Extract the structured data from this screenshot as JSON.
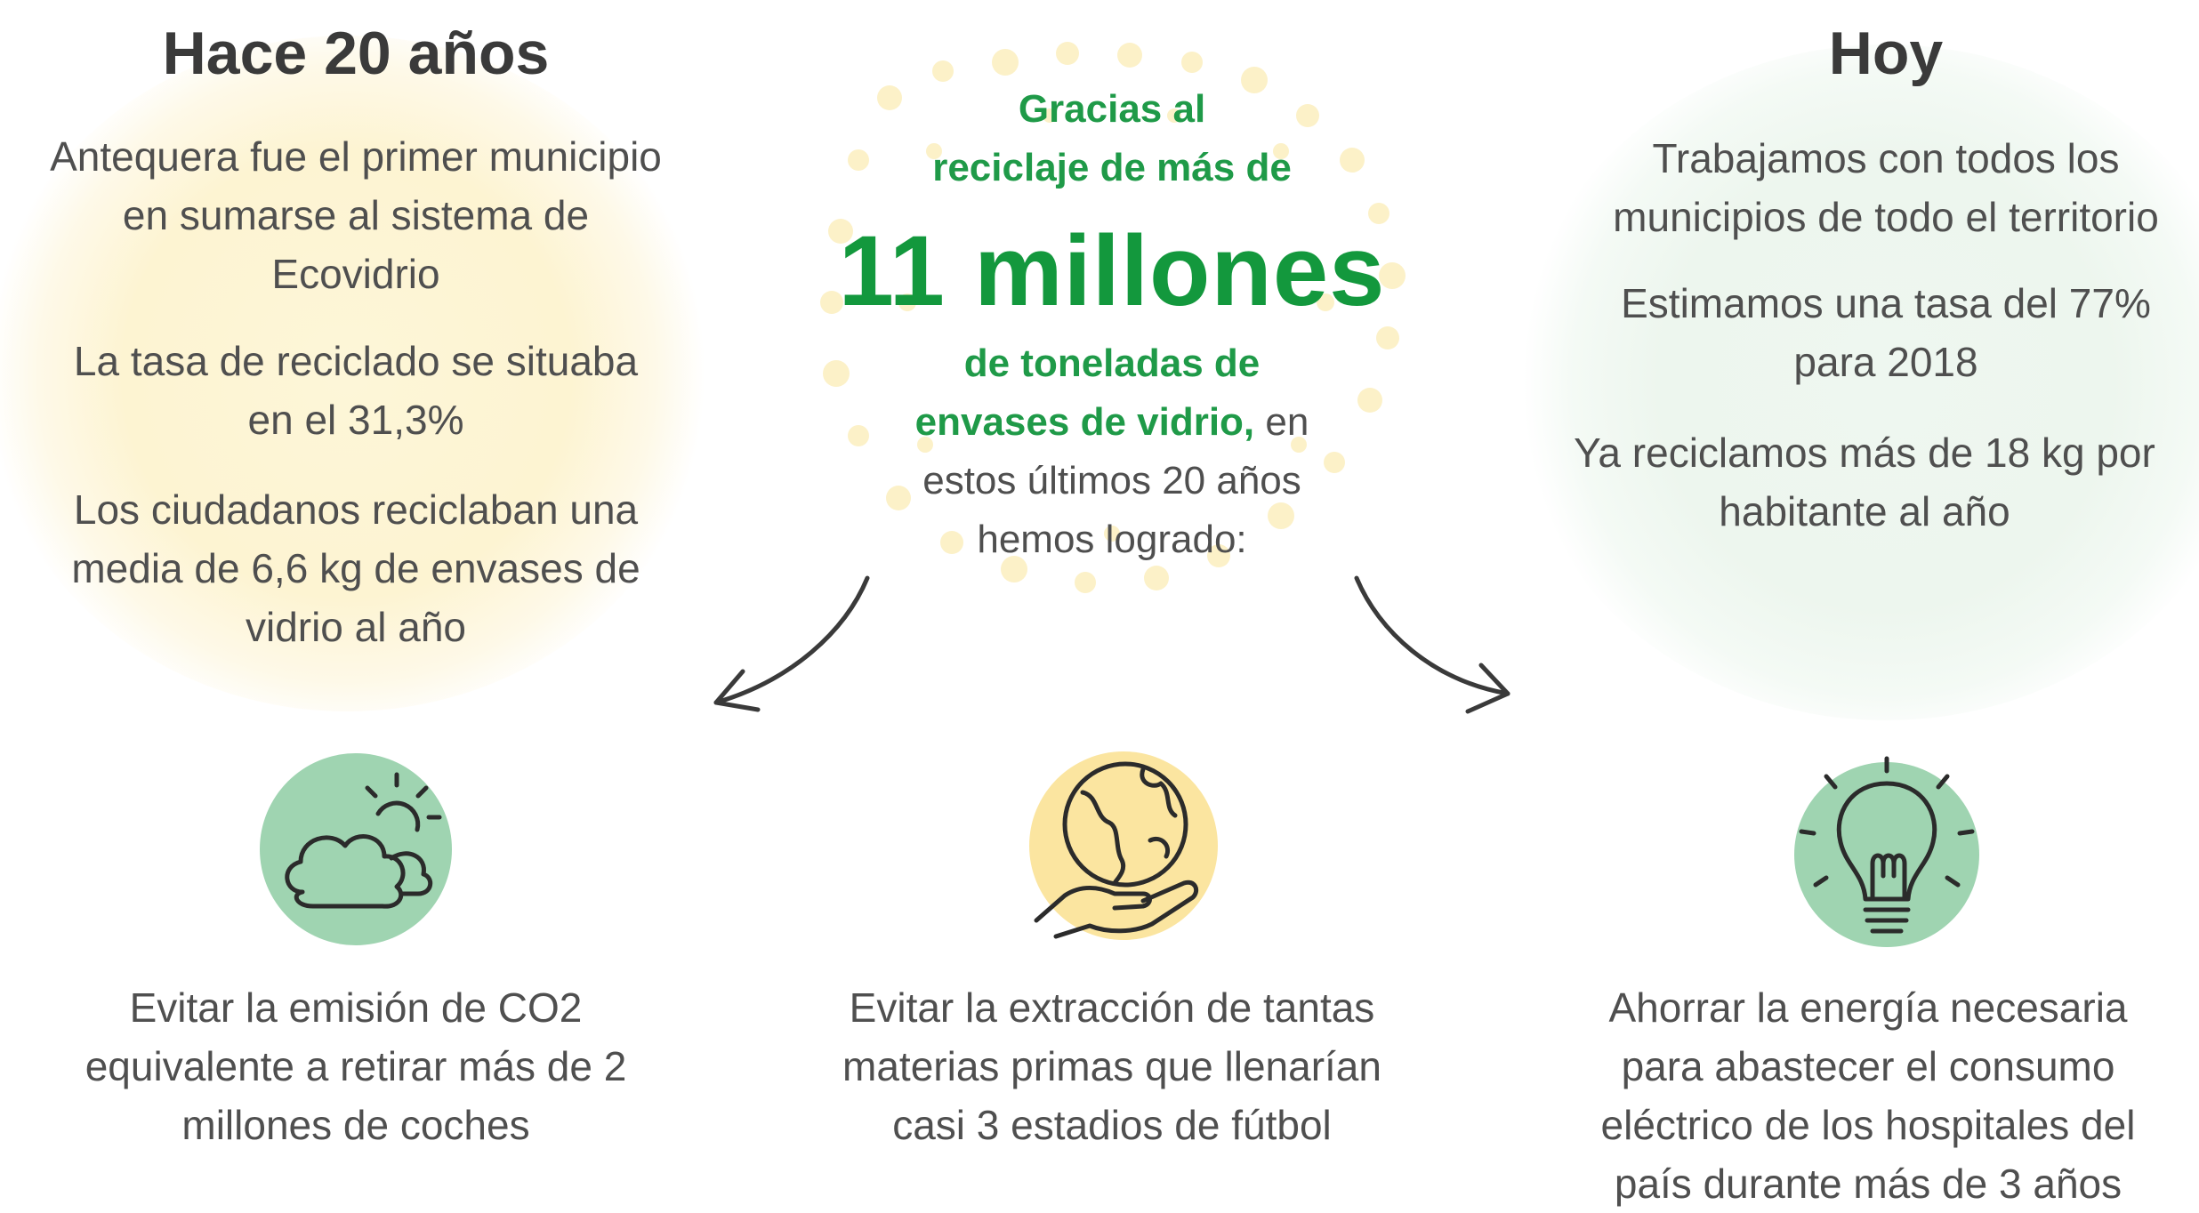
{
  "left": {
    "heading": "Hace 20 años",
    "paragraphs": [
      [
        "Antequera fue el primer municipio",
        "en sumarse al sistema de",
        "Ecovidrio"
      ],
      [
        "La tasa de reciclado se situaba",
        "en el 31,3%"
      ],
      [
        "Los ciudadanos reciclaban una",
        "media de 6,6 kg de envases de",
        "vidrio al año"
      ]
    ]
  },
  "center": {
    "line1": "Gracias al",
    "line2": "reciclaje de más de",
    "big": "11 millones",
    "line3": "de toneladas de",
    "line4_green": "envases de vidrio,",
    "line4_rest": " en",
    "line5": "estos últimos 20 años",
    "line6": "hemos logrado:"
  },
  "right": {
    "heading": "Hoy",
    "paragraphs": [
      [
        "Trabajamos con todos los",
        "municipios de todo el territorio"
      ],
      [
        "Estimamos una tasa del 77%",
        "para 2018"
      ],
      [
        "Ya reciclamos más de 18 kg por",
        "habitante al año"
      ]
    ]
  },
  "benefits": [
    {
      "icon": "cloud-sun-icon",
      "lines": [
        "Evitar la emisión de CO2",
        "equivalente a retirar más de 2",
        "millones de coches"
      ]
    },
    {
      "icon": "globe-hand-icon",
      "lines": [
        "Evitar la extracción de tantas",
        "materias primas que llenarían",
        "casi 3 estadios de fútbol"
      ]
    },
    {
      "icon": "lightbulb-icon",
      "lines": [
        "Ahorrar la energía necesaria",
        "para abastecer el consumo",
        "eléctrico de los hospitales del",
        "país durante más de 3 años"
      ]
    }
  ],
  "colors": {
    "green_text": "#1f9a48",
    "heading": "#3a3a3a",
    "body": "#4f4f4f",
    "green_circle": "#9fd4b1",
    "yellow_circle": "#fbe5a0",
    "yellow_bg": "#fdf6d8",
    "green_bg": "#eef7f0"
  }
}
